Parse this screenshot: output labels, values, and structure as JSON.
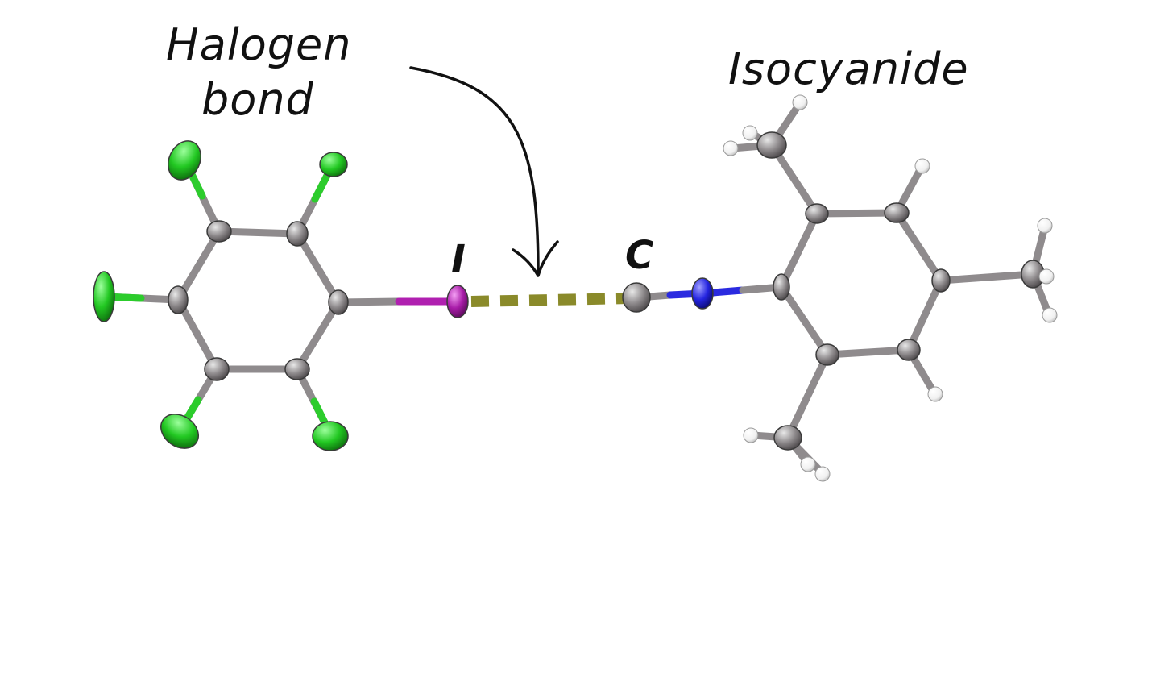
{
  "labels": {
    "halogen_line1": "Halogen",
    "halogen_line2": "bond",
    "isocyanide": "Isocyanide",
    "iodine": "I",
    "carbon": "C"
  },
  "colors": {
    "carbon": "#9a9a9a",
    "fluorine": "#22cc22",
    "iodine": "#b020b0",
    "nitrogen": "#2020e0",
    "hydrogen": "#f0f0f0",
    "halogen_bond": "#8a8a2a"
  }
}
